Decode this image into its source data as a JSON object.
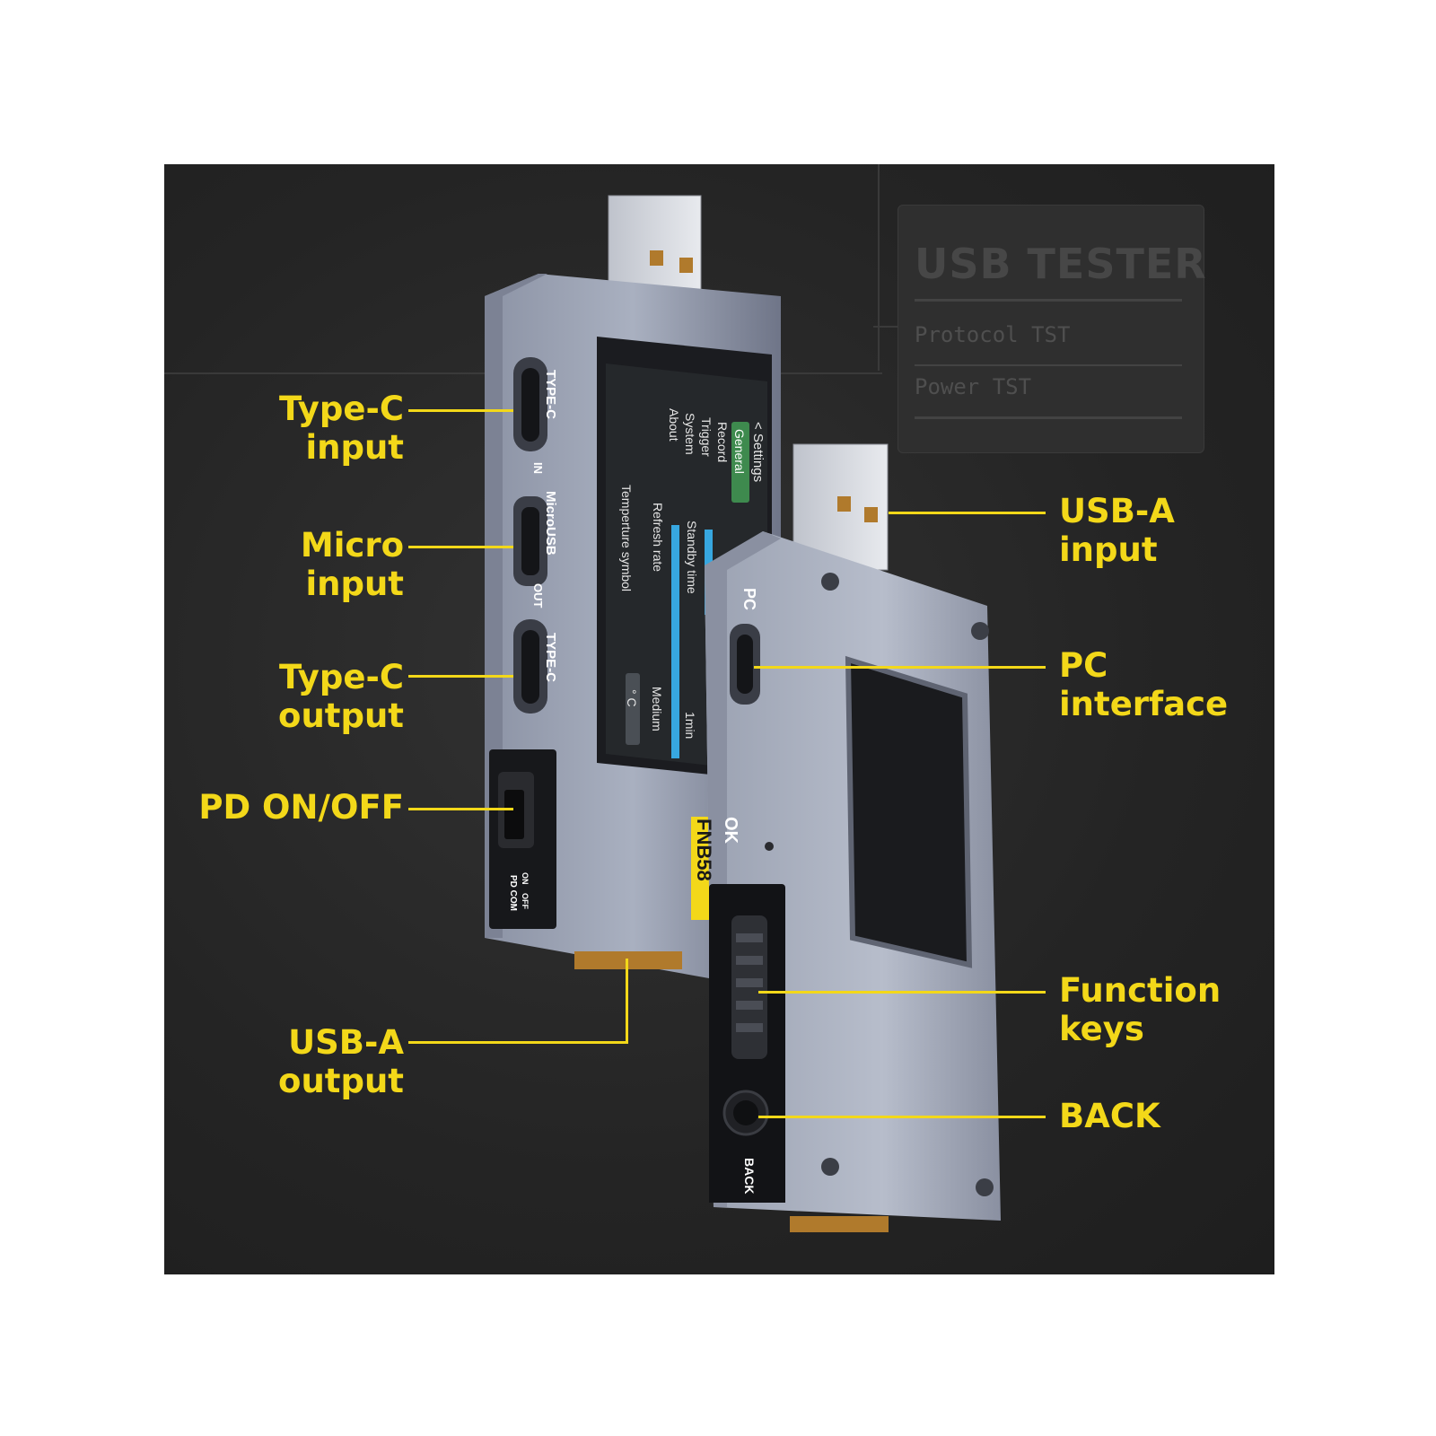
{
  "background_card": {
    "title": "USB TESTER",
    "items": [
      "Protocol TST",
      "Power TST"
    ]
  },
  "callouts": {
    "type_c_input": [
      "Type-C",
      "input"
    ],
    "micro_input": [
      "Micro",
      "input"
    ],
    "type_c_output": [
      "Type-C",
      "output"
    ],
    "pd_on_off": [
      "PD ON/OFF"
    ],
    "usb_a_output": [
      "USB-A",
      "output"
    ],
    "usb_a_input": [
      "USB-A",
      "input"
    ],
    "pc_interface": [
      "PC",
      "interface"
    ],
    "function_keys": [
      "Function",
      "keys"
    ],
    "back": [
      "BACK"
    ]
  },
  "front_device": {
    "port_labels": [
      "TYPE-C",
      "IN",
      "MicroUSB",
      "OUT",
      "TYPE-C"
    ],
    "switch_labels": [
      "ON",
      "OFF",
      "PD COM"
    ],
    "model": "FNB58",
    "screen": {
      "menu_header": "< Settings",
      "menu_items": [
        "General",
        "Record",
        "Trigger",
        "System",
        "About"
      ],
      "rows": [
        {
          "label": "Standby time",
          "value": "1min"
        },
        {
          "label": "Refresh rate",
          "value": "Medium"
        },
        {
          "label": "Temperture symbol",
          "value": "° C"
        }
      ]
    }
  },
  "back_device": {
    "pc_label": "PC",
    "ok_label": "OK",
    "back_label": "BACK"
  },
  "colors": {
    "callout": "#f3d819",
    "panel": "#272727",
    "menu_active": "#3e8a4e",
    "bar": "#37a7e0"
  }
}
